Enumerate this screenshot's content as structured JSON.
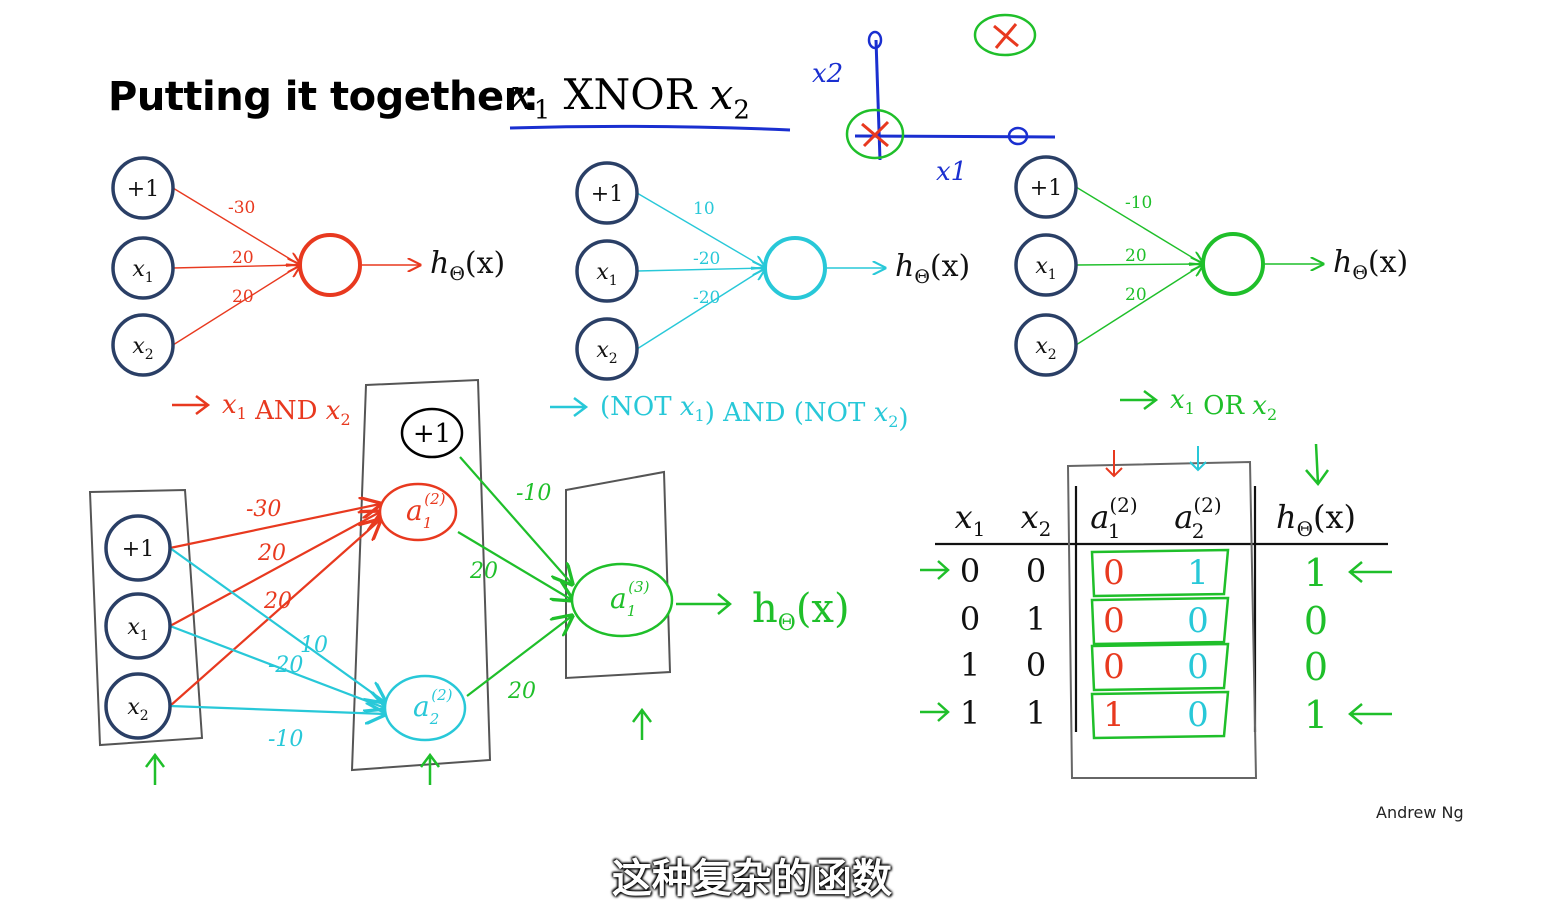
{
  "title": {
    "text": "Putting it together:",
    "math": "x1 XNOR x2"
  },
  "top_networks": [
    {
      "name": "AND",
      "color": "#e8391f",
      "inputs": [
        "+1",
        "x1",
        "x2"
      ],
      "weights": [
        "-30",
        "20",
        "20"
      ],
      "output": "hΘ(x)",
      "caption": "x1 AND x2"
    },
    {
      "name": "NOR",
      "color": "#28c8d8",
      "inputs": [
        "+1",
        "x1",
        "x2"
      ],
      "weights": [
        "10",
        "-20",
        "-20"
      ],
      "output": "hΘ(x)",
      "caption": "(NOT x1) AND (NOT x2)"
    },
    {
      "name": "OR",
      "color": "#1fbf2a",
      "inputs": [
        "+1",
        "x1",
        "x2"
      ],
      "weights": [
        "-10",
        "20",
        "20"
      ],
      "output": "hΘ(x)",
      "caption": "x1 OR x2"
    }
  ],
  "plot": {
    "x_label": "x1",
    "y_label": "x2"
  },
  "combined_network": {
    "inputs": [
      "+1",
      "x1",
      "x2"
    ],
    "bias_hidden": "+1",
    "hidden_units": [
      "a1(2)",
      "a2(2)"
    ],
    "output_unit": "a1(3)",
    "output_label": "hΘ(x)",
    "weights_red": [
      "-30",
      "20",
      "20"
    ],
    "weights_cyan": [
      "10",
      "-20",
      "-10"
    ],
    "weights_green": [
      "-10",
      "20",
      "20"
    ]
  },
  "truth_table": {
    "headers": [
      "x1",
      "x2",
      "a1(2)",
      "a2(2)",
      "hΘ(x)"
    ],
    "rows": [
      [
        "0",
        "0",
        "0",
        "1",
        "1"
      ],
      [
        "0",
        "1",
        "0",
        "0",
        "0"
      ],
      [
        "1",
        "0",
        "0",
        "0",
        "0"
      ],
      [
        "1",
        "1",
        "1",
        "0",
        "1"
      ]
    ]
  },
  "credit": "Andrew Ng",
  "subtitle": "这种复杂的函数",
  "colors": {
    "red": "#e8391f",
    "cyan": "#28c8d8",
    "green": "#1fbf2a",
    "blue": "#1a2fd0",
    "node": "#2a3f66"
  }
}
